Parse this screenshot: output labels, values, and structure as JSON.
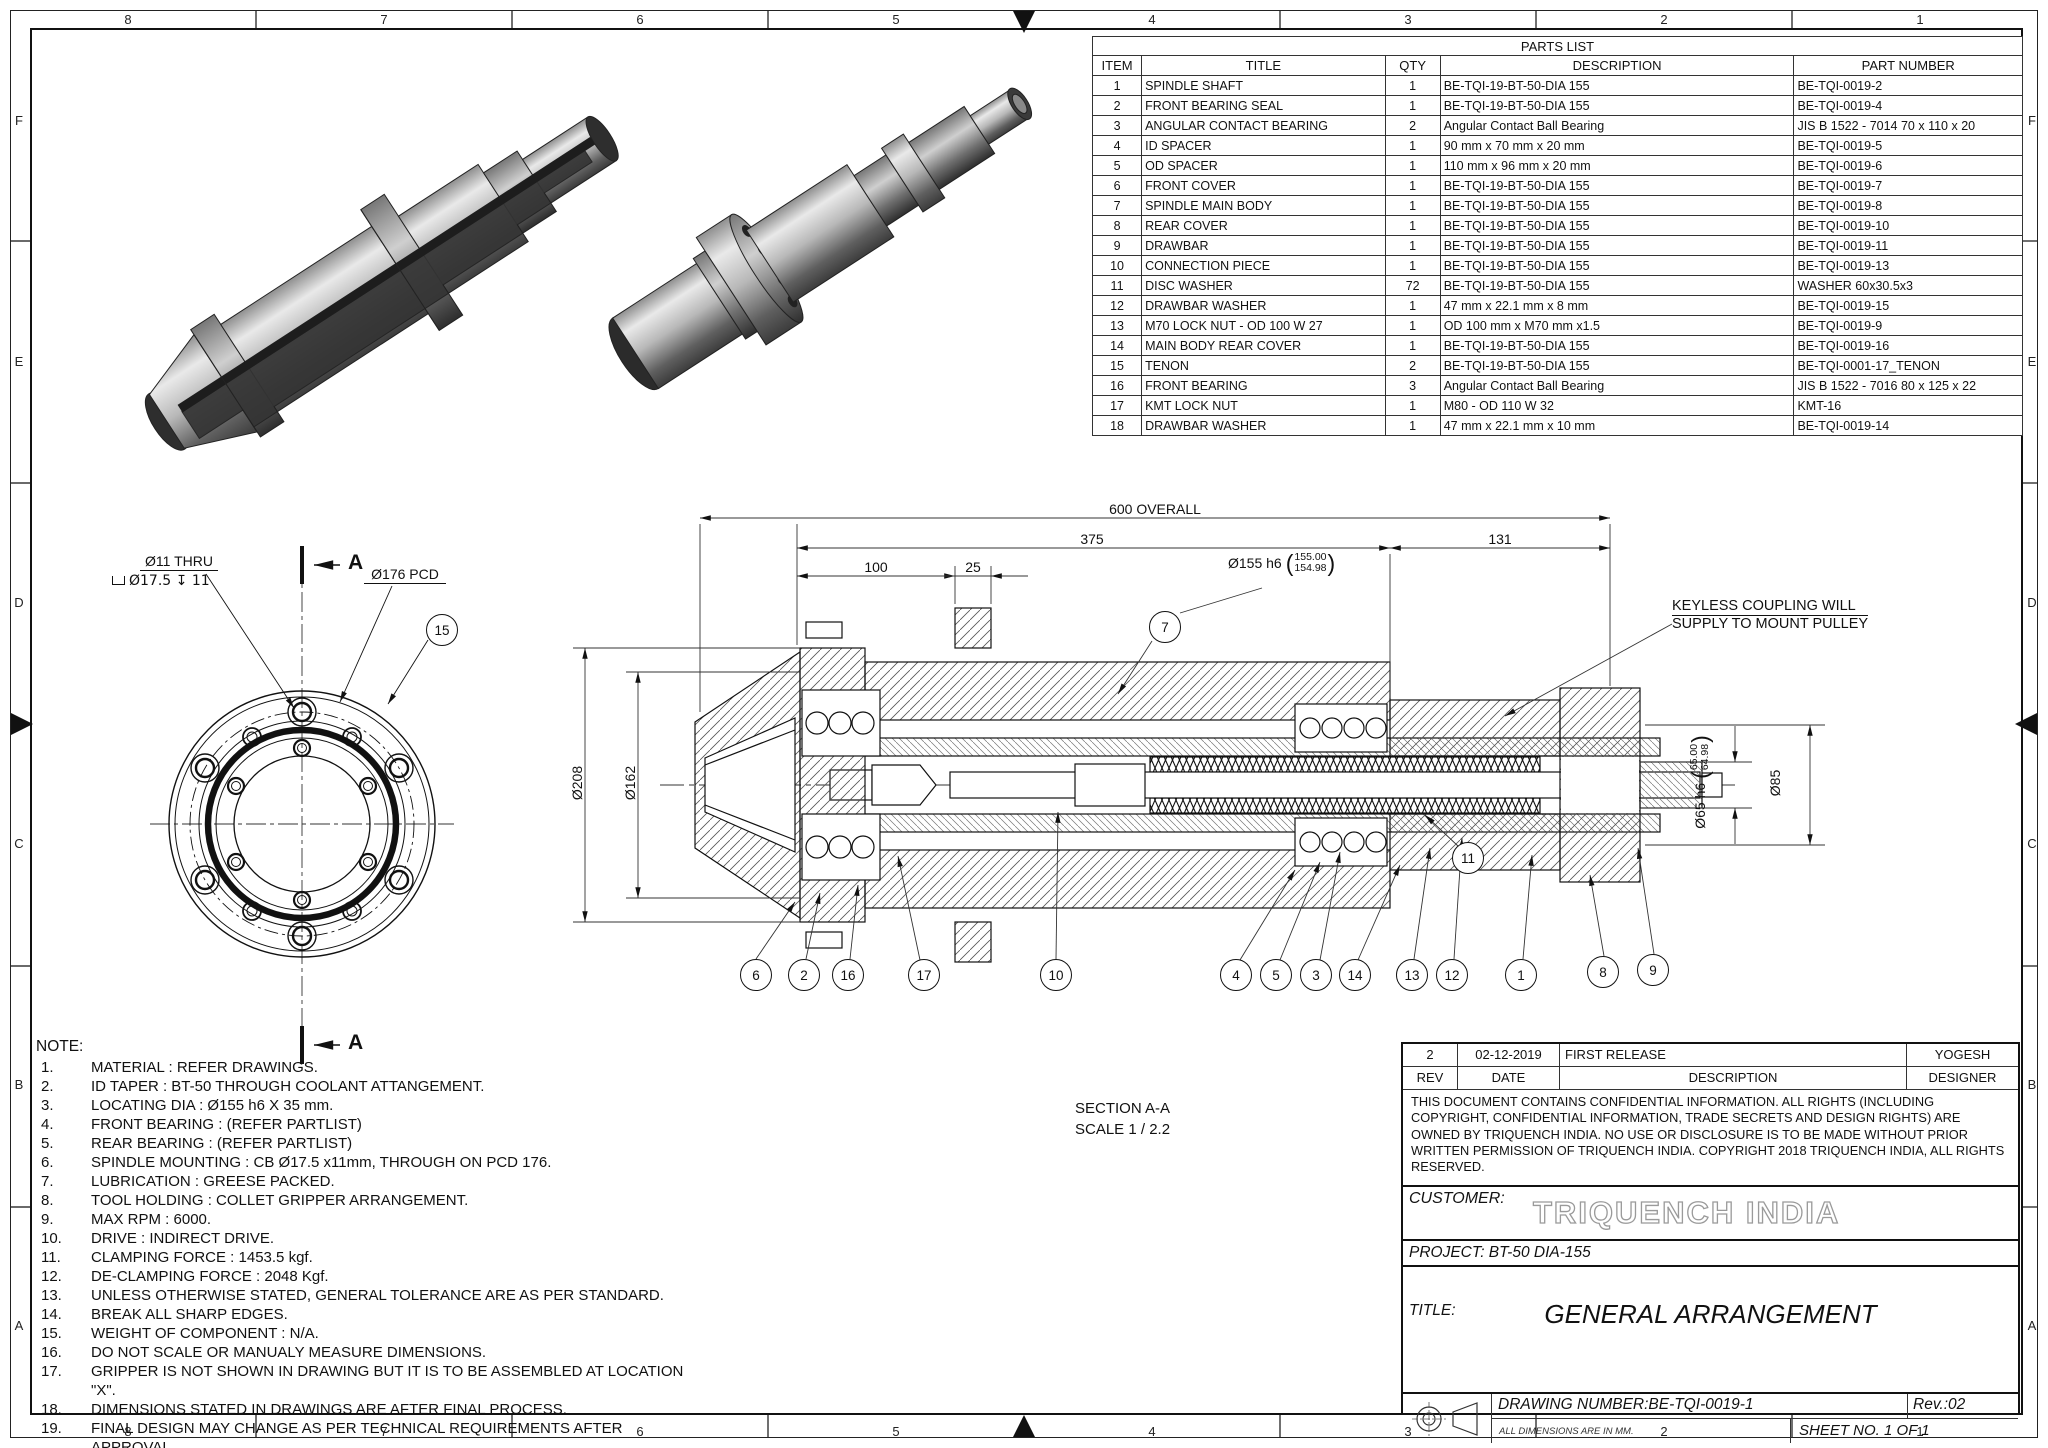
{
  "border": {
    "cols": [
      "8",
      "7",
      "6",
      "5",
      "4",
      "3",
      "2",
      "1"
    ],
    "rows": [
      "F",
      "E",
      "D",
      "C",
      "B",
      "A"
    ]
  },
  "parts_list": {
    "title": "PARTS LIST",
    "headers": [
      "ITEM",
      "TITLE",
      "QTY",
      "DESCRIPTION",
      "PART NUMBER"
    ],
    "rows": [
      [
        "1",
        "SPINDLE SHAFT",
        "1",
        "BE-TQI-19-BT-50-DIA 155",
        "BE-TQI-0019-2"
      ],
      [
        "2",
        "FRONT BEARING SEAL",
        "1",
        "BE-TQI-19-BT-50-DIA 155",
        "BE-TQI-0019-4"
      ],
      [
        "3",
        "ANGULAR CONTACT BEARING",
        "2",
        "Angular Contact Ball Bearing",
        "JIS B 1522 - 7014 70 x 110 x 20"
      ],
      [
        "4",
        "ID SPACER",
        "1",
        "90 mm x 70 mm x 20 mm",
        "BE-TQI-0019-5"
      ],
      [
        "5",
        "OD SPACER",
        "1",
        "110 mm x 96 mm x 20 mm",
        "BE-TQI-0019-6"
      ],
      [
        "6",
        "FRONT COVER",
        "1",
        "BE-TQI-19-BT-50-DIA 155",
        "BE-TQI-0019-7"
      ],
      [
        "7",
        "SPINDLE MAIN BODY",
        "1",
        "BE-TQI-19-BT-50-DIA 155",
        "BE-TQI-0019-8"
      ],
      [
        "8",
        "REAR COVER",
        "1",
        "BE-TQI-19-BT-50-DIA 155",
        "BE-TQI-0019-10"
      ],
      [
        "9",
        "DRAWBAR",
        "1",
        "BE-TQI-19-BT-50-DIA 155",
        "BE-TQI-0019-11"
      ],
      [
        "10",
        "CONNECTION PIECE",
        "1",
        "BE-TQI-19-BT-50-DIA 155",
        "BE-TQI-0019-13"
      ],
      [
        "11",
        "DISC WASHER",
        "72",
        "BE-TQI-19-BT-50-DIA 155",
        "WASHER 60x30.5x3"
      ],
      [
        "12",
        "DRAWBAR WASHER",
        "1",
        "47 mm x 22.1 mm x 8 mm",
        "BE-TQI-0019-15"
      ],
      [
        "13",
        "M70 LOCK NUT - OD 100 W 27",
        "1",
        "OD 100 mm x M70 mm x1.5",
        "BE-TQI-0019-9"
      ],
      [
        "14",
        "MAIN BODY REAR COVER",
        "1",
        "BE-TQI-19-BT-50-DIA 155",
        "BE-TQI-0019-16"
      ],
      [
        "15",
        "TENON",
        "2",
        "BE-TQI-19-BT-50-DIA 155",
        "BE-TQI-0001-17_TENON"
      ],
      [
        "16",
        "FRONT BEARING",
        "3",
        "Angular Contact Ball Bearing",
        "JIS B 1522 - 7016 80 x 125 x 22"
      ],
      [
        "17",
        "KMT LOCK NUT",
        "1",
        "M80 - OD 110 W 32",
        "KMT-16"
      ],
      [
        "18",
        "DRAWBAR WASHER",
        "1",
        "47 mm x 22.1 mm x 10 mm",
        "BE-TQI-0019-14"
      ]
    ]
  },
  "notes": {
    "heading": "NOTE:",
    "items": [
      {
        "n": "1.",
        "text": "MATERIAL : REFER DRAWINGS."
      },
      {
        "n": "2.",
        "text": "ID TAPER : BT-50 THROUGH COOLANT ATTANGEMENT."
      },
      {
        "n": "3.",
        "text": "LOCATING DIA : Ø155 h6 X 35 mm."
      },
      {
        "n": "4.",
        "text": "FRONT BEARING : (REFER PARTLIST)"
      },
      {
        "n": "5.",
        "text": "REAR BEARING : (REFER PARTLIST)"
      },
      {
        "n": "6.",
        "text": "SPINDLE MOUNTING : CB Ø17.5 x11mm, THROUGH ON PCD 176."
      },
      {
        "n": "7.",
        "text": "LUBRICATION : GREESE PACKED."
      },
      {
        "n": "8.",
        "text": "TOOL HOLDING : COLLET GRIPPER ARRANGEMENT."
      },
      {
        "n": "9.",
        "text": "MAX RPM : 6000."
      },
      {
        "n": "10.",
        "text": "DRIVE : INDIRECT DRIVE."
      },
      {
        "n": "11.",
        "text": "CLAMPING FORCE : 1453.5 kgf."
      },
      {
        "n": "12.",
        "text": "DE-CLAMPING FORCE : 2048 Kgf."
      },
      {
        "n": "13.",
        "text": "UNLESS OTHERWISE STATED, GENERAL TOLERANCE ARE AS PER STANDARD."
      },
      {
        "n": "14.",
        "text": "BREAK ALL SHARP EDGES."
      },
      {
        "n": "15.",
        "text": "WEIGHT OF COMPONENT : N/A."
      },
      {
        "n": "16.",
        "text": "DO NOT SCALE OR MANUALY MEASURE DIMENSIONS."
      },
      {
        "n": "17.",
        "text": "GRIPPER IS NOT SHOWN IN DRAWING BUT IT IS TO BE ASSEMBLED AT LOCATION \"X\"."
      },
      {
        "n": "18.",
        "text": "DIMENSIONS STATED IN DRAWINGS ARE AFTER FINAL PROCESS."
      },
      {
        "n": "19.",
        "text": "FINAL DESIGN MAY CHANGE AS PER TECHNICAL REQUIREMENTS AFTER APPROVAL."
      }
    ]
  },
  "front_view": {
    "dim_hole": "Ø11 THRU",
    "dim_cbore": "Ø17.5 ↧ 11",
    "dim_pcd": "Ø176 PCD",
    "balloon": "15",
    "arrow_label": "A"
  },
  "section_view": {
    "label_line1": "SECTION A-A",
    "label_line2": "SCALE 1 / 2.2",
    "dim_overall": "600 OVERALL",
    "dim_375": "375",
    "dim_131": "131",
    "dim_100": "100",
    "dim_25": "25",
    "dim_155": "Ø155 h6",
    "dim_155_hi": "155.00",
    "dim_155_lo": "154.98",
    "dim_208": "Ø208",
    "dim_162": "Ø162",
    "dim_65": "Ø65 h6",
    "dim_65_hi": "65.00",
    "dim_65_lo": "64.98",
    "dim_85": "Ø85",
    "note_line1": "KEYLESS COUPLING WILL",
    "note_line2": "SUPPLY TO MOUNT PULLEY",
    "balloon_7": "7",
    "balloon_11": "11",
    "balloons_bottom": [
      "6",
      "2",
      "16",
      "17",
      "10",
      "4",
      "5",
      "3",
      "14",
      "13",
      "12",
      "1",
      "8",
      "9"
    ]
  },
  "title_block": {
    "rev_row": [
      "2",
      "02-12-2019",
      "FIRST RELEASE",
      "YOGESH"
    ],
    "rev_headers": [
      "REV",
      "DATE",
      "DESCRIPTION",
      "DESIGNER"
    ],
    "confidential": "THIS DOCUMENT CONTAINS CONFIDENTIAL INFORMATION. ALL RIGHTS (INCLUDING COPYRIGHT, CONFIDENTIAL INFORMATION, TRADE SECRETS AND DESIGN RIGHTS) ARE OWNED BY TRIQUENCH INDIA. NO USE OR DISCLOSURE IS TO BE MADE WITHOUT PRIOR WRITTEN PERMISSION OF TRIQUENCH INDIA. COPYRIGHT 2018 TRIQUENCH INDIA, ALL RIGHTS RESERVED.",
    "customer_label": "CUSTOMER:",
    "customer_name": "TRIQUENCH INDIA",
    "project": "PROJECT: BT-50 DIA-155",
    "title_label": "TITLE:",
    "title": "GENERAL ARRANGEMENT",
    "drawing_number": "DRAWING NUMBER:BE-TQI-0019-1",
    "rev": "Rev.:02",
    "dims_note": "ALL DIMENSIONS ARE IN MM.",
    "sheet": "SHEET NO. 1 OF 1"
  }
}
